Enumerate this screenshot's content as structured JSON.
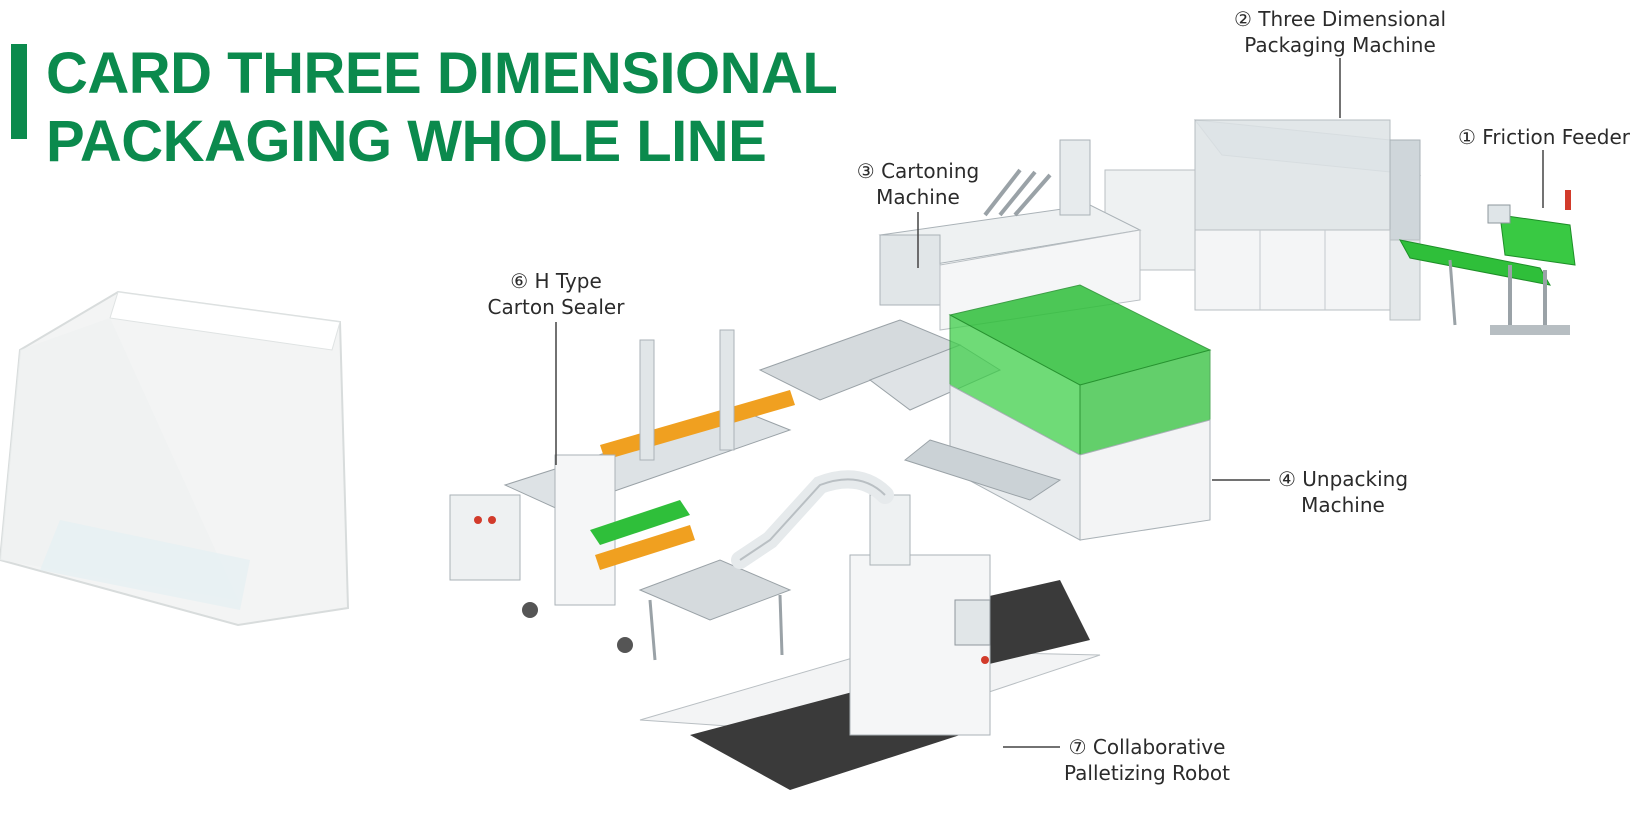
{
  "title": {
    "line1": "CARD THREE DIMENSIONAL",
    "line2": "PACKAGING WHOLE LINE"
  },
  "labels": {
    "friction_feeder": "① Friction Feeder",
    "three_dim_line1": "② Three Dimensional",
    "three_dim_line2": "Packaging Machine",
    "cartoning_line1": "③ Cartoning",
    "cartoning_line2": "Machine",
    "unpacking_line1": "④ Unpacking",
    "unpacking_line2": "Machine",
    "sealer_line1": "⑥ H Type",
    "sealer_line2": "Carton Sealer",
    "robot_line1": "⑦ Collaborative",
    "robot_line2": "Palletizing Robot"
  },
  "colors": {
    "brand_green": "#0b8a4d",
    "machine_green": "#2fbf3a",
    "accent_orange": "#f0a020",
    "pallet_dark": "#3a3a3a"
  }
}
